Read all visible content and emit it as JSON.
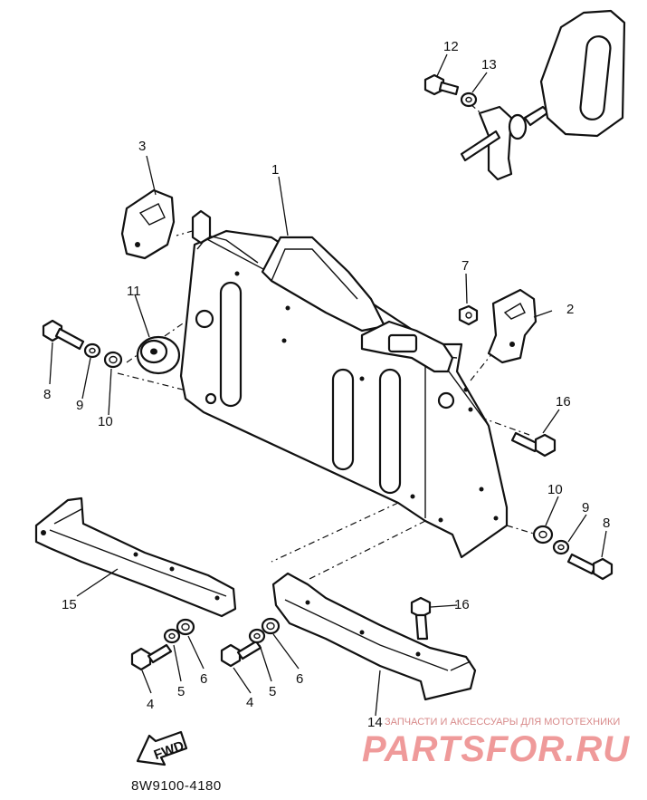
{
  "callouts": {
    "c1": "1",
    "c2": "2",
    "c3": "3",
    "c4a": "4",
    "c4b": "4",
    "c5a": "5",
    "c5b": "5",
    "c6a": "6",
    "c6b": "6",
    "c7": "7",
    "c8a": "8",
    "c8b": "8",
    "c9a": "9",
    "c9b": "9",
    "c10a": "10",
    "c10b": "10",
    "c11": "11",
    "c12": "12",
    "c13": "13",
    "c14": "14",
    "c15": "15",
    "c16a": "16",
    "c16b": "16"
  },
  "fwd_label": "FWD",
  "diagram_code": "8W9100-4180",
  "watermark": {
    "tagline": "ЗАПЧАСТИ И АКСЕССУАРЫ ДЛЯ МОТОТЕХНИКИ",
    "brand": "PARTSFOR.RU"
  }
}
